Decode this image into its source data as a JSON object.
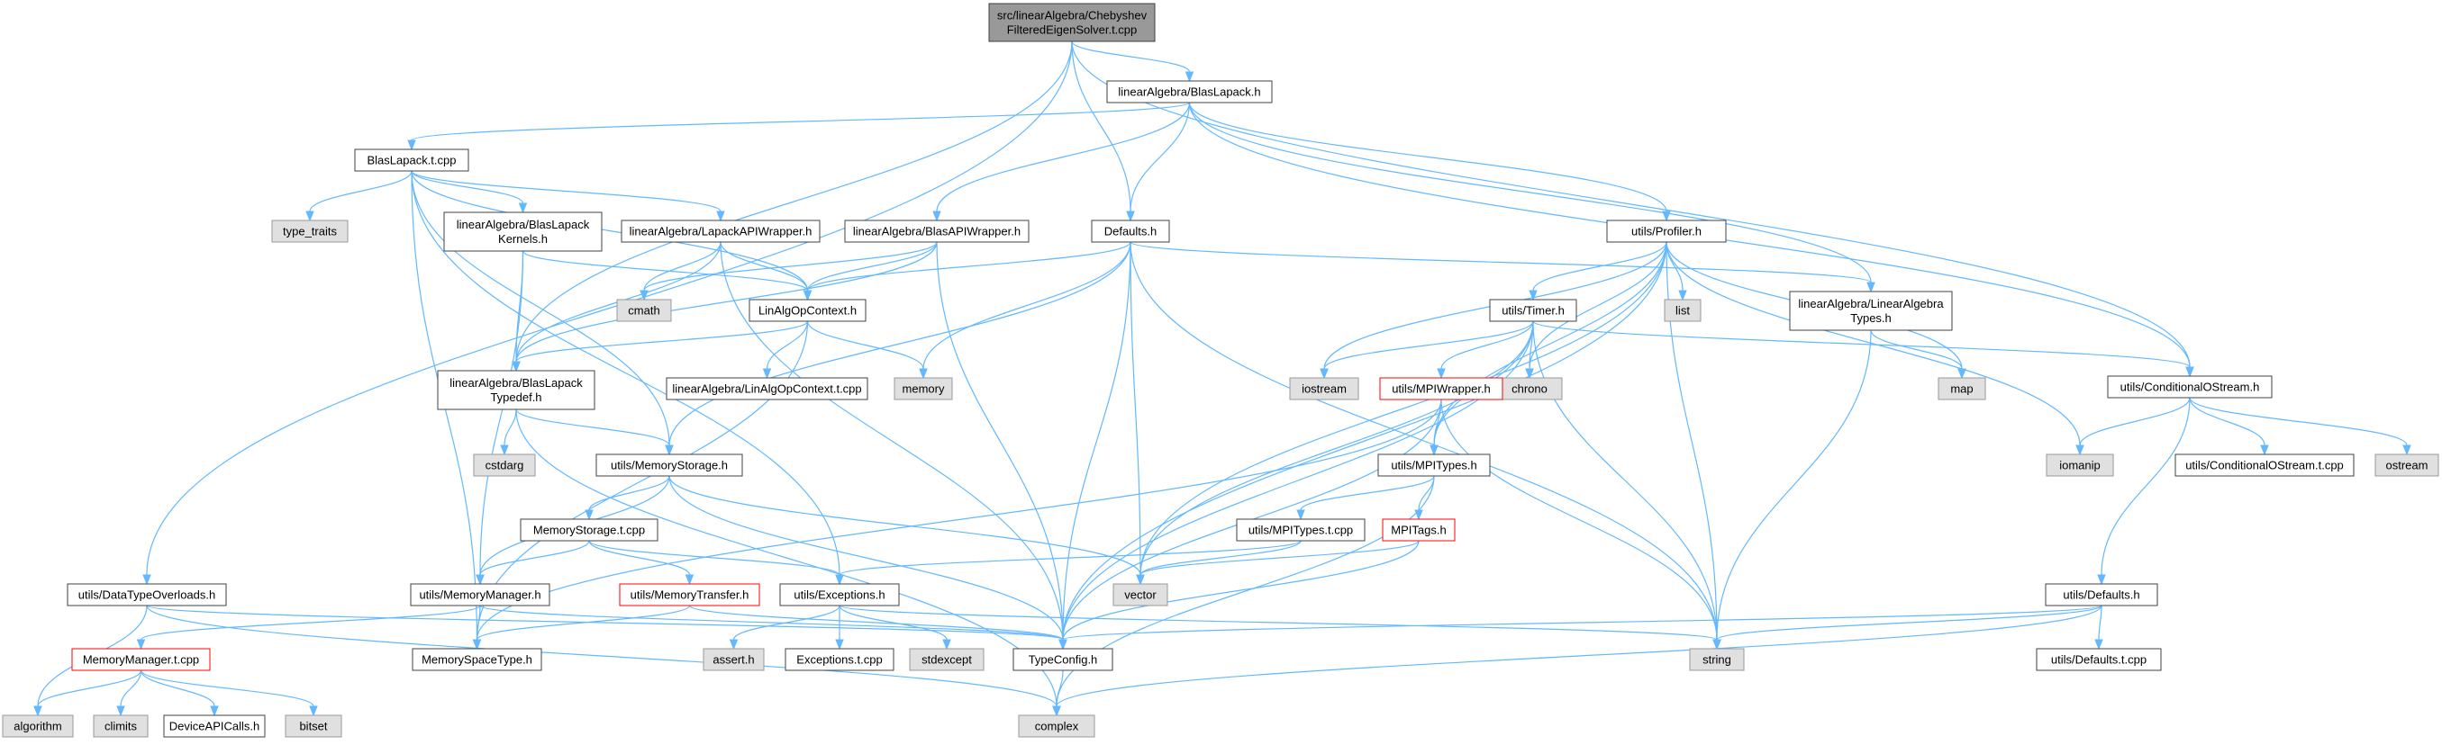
{
  "colors": {
    "root_fill": "#999999",
    "header_fill": "#ffffff",
    "header_stroke": "#404040",
    "system_fill": "#e0e0e0",
    "system_stroke": "#999999",
    "missing_stroke": "#ff0000",
    "edge": "#63b8ff"
  },
  "nodes": [
    {
      "id": "root",
      "lines": [
        "src/linearAlgebra/Chebyshev",
        "FilteredEigenSolver.t.cpp"
      ],
      "kind": "root"
    },
    {
      "id": "blaslapack_h",
      "lines": [
        "linearAlgebra/BlasLapack.h"
      ],
      "kind": "header"
    },
    {
      "id": "dtype_overloads",
      "lines": [
        "utils/DataTypeOverloads.h"
      ],
      "kind": "header"
    },
    {
      "id": "blaslapack_typedef",
      "lines": [
        "linearAlgebra/BlasLapack",
        "Typedef.h"
      ],
      "kind": "header"
    },
    {
      "id": "defaults_h",
      "lines": [
        "Defaults.h"
      ],
      "kind": "header"
    },
    {
      "id": "cond_ostream",
      "lines": [
        "utils/ConditionalOStream.h"
      ],
      "kind": "header"
    },
    {
      "id": "blaslapack_tcpp",
      "lines": [
        "BlasLapack.t.cpp"
      ],
      "kind": "header"
    },
    {
      "id": "blas_api",
      "lines": [
        "linearAlgebra/BlasAPIWrapper.h"
      ],
      "kind": "header"
    },
    {
      "id": "profiler",
      "lines": [
        "utils/Profiler.h"
      ],
      "kind": "header"
    },
    {
      "id": "la_types",
      "lines": [
        "linearAlgebra/LinearAlgebra",
        "Types.h"
      ],
      "kind": "header"
    },
    {
      "id": "type_traits",
      "lines": [
        "type_traits"
      ],
      "kind": "system"
    },
    {
      "id": "memspace",
      "lines": [
        "MemorySpaceType.h"
      ],
      "kind": "header"
    },
    {
      "id": "kernels",
      "lines": [
        "linearAlgebra/BlasLapack",
        "Kernels.h"
      ],
      "kind": "header"
    },
    {
      "id": "lapack_api",
      "lines": [
        "linearAlgebra/LapackAPIWrapper.h"
      ],
      "kind": "header"
    },
    {
      "id": "memstorage",
      "lines": [
        "utils/MemoryStorage.h"
      ],
      "kind": "header"
    },
    {
      "id": "exceptions",
      "lines": [
        "utils/Exceptions.h"
      ],
      "kind": "header"
    },
    {
      "id": "memmanager",
      "lines": [
        "utils/MemoryManager.h"
      ],
      "kind": "header"
    },
    {
      "id": "linalgctx",
      "lines": [
        "LinAlgOpContext.h"
      ],
      "kind": "header"
    },
    {
      "id": "cmath",
      "lines": [
        "cmath"
      ],
      "kind": "system"
    },
    {
      "id": "vector",
      "lines": [
        "vector"
      ],
      "kind": "system"
    },
    {
      "id": "typeconfig",
      "lines": [
        "TypeConfig.h"
      ],
      "kind": "header"
    },
    {
      "id": "cstdarg",
      "lines": [
        "cstdarg"
      ],
      "kind": "system"
    },
    {
      "id": "complex",
      "lines": [
        "complex"
      ],
      "kind": "system"
    },
    {
      "id": "linalgctx_tcpp",
      "lines": [
        "linearAlgebra/LinAlgOpContext.t.cpp"
      ],
      "kind": "header"
    },
    {
      "id": "memory",
      "lines": [
        "memory"
      ],
      "kind": "system"
    },
    {
      "id": "iostream",
      "lines": [
        "iostream"
      ],
      "kind": "system"
    },
    {
      "id": "list",
      "lines": [
        "list"
      ],
      "kind": "system"
    },
    {
      "id": "timer",
      "lines": [
        "utils/Timer.h"
      ],
      "kind": "header"
    },
    {
      "id": "chrono",
      "lines": [
        "chrono"
      ],
      "kind": "system"
    },
    {
      "id": "map",
      "lines": [
        "map"
      ],
      "kind": "system"
    },
    {
      "id": "string",
      "lines": [
        "string"
      ],
      "kind": "system"
    },
    {
      "id": "iomanip",
      "lines": [
        "iomanip"
      ],
      "kind": "system"
    },
    {
      "id": "mpiwrapper",
      "lines": [
        "utils/MPIWrapper.h"
      ],
      "kind": "missing"
    },
    {
      "id": "mpitypes",
      "lines": [
        "utils/MPITypes.h"
      ],
      "kind": "header"
    },
    {
      "id": "mpitypes_tcpp",
      "lines": [
        "utils/MPITypes.t.cpp"
      ],
      "kind": "header"
    },
    {
      "id": "mpitags",
      "lines": [
        "MPITags.h"
      ],
      "kind": "missing"
    },
    {
      "id": "cond_ostream_tcpp",
      "lines": [
        "utils/ConditionalOStream.t.cpp"
      ],
      "kind": "header"
    },
    {
      "id": "ostream",
      "lines": [
        "ostream"
      ],
      "kind": "system"
    },
    {
      "id": "utils_defaults",
      "lines": [
        "utils/Defaults.h"
      ],
      "kind": "header"
    },
    {
      "id": "utils_defaults_tcpp",
      "lines": [
        "utils/Defaults.t.cpp"
      ],
      "kind": "header"
    },
    {
      "id": "memstorage_tcpp",
      "lines": [
        "MemoryStorage.t.cpp"
      ],
      "kind": "header"
    },
    {
      "id": "memtransfer",
      "lines": [
        "utils/MemoryTransfer.h"
      ],
      "kind": "missing"
    },
    {
      "id": "memmanager_tcpp",
      "lines": [
        "MemoryManager.t.cpp"
      ],
      "kind": "missing"
    },
    {
      "id": "algorithm",
      "lines": [
        "algorithm"
      ],
      "kind": "system"
    },
    {
      "id": "climits",
      "lines": [
        "climits"
      ],
      "kind": "system"
    },
    {
      "id": "device_api",
      "lines": [
        "DeviceAPICalls.h"
      ],
      "kind": "header"
    },
    {
      "id": "bitset",
      "lines": [
        "bitset"
      ],
      "kind": "system"
    },
    {
      "id": "assert",
      "lines": [
        "assert.h"
      ],
      "kind": "system"
    },
    {
      "id": "exceptions_tcpp",
      "lines": [
        "Exceptions.t.cpp"
      ],
      "kind": "header"
    },
    {
      "id": "stdexcept",
      "lines": [
        "stdexcept"
      ],
      "kind": "system"
    }
  ],
  "edges": [
    [
      "root",
      "blaslapack_h"
    ],
    [
      "root",
      "dtype_overloads"
    ],
    [
      "root",
      "blaslapack_typedef"
    ],
    [
      "root",
      "defaults_h"
    ],
    [
      "root",
      "cond_ostream"
    ],
    [
      "blaslapack_h",
      "blaslapack_tcpp"
    ],
    [
      "blaslapack_h",
      "blas_api"
    ],
    [
      "blaslapack_h",
      "defaults_h"
    ],
    [
      "blaslapack_h",
      "profiler"
    ],
    [
      "blaslapack_h",
      "la_types"
    ],
    [
      "blaslapack_h",
      "cond_ostream"
    ],
    [
      "blaslapack_tcpp",
      "type_traits"
    ],
    [
      "blaslapack_tcpp",
      "memspace"
    ],
    [
      "blaslapack_tcpp",
      "kernels"
    ],
    [
      "blaslapack_tcpp",
      "lapack_api"
    ],
    [
      "blaslapack_tcpp",
      "memstorage"
    ],
    [
      "blaslapack_tcpp",
      "exceptions"
    ],
    [
      "blaslapack_tcpp",
      "linalgctx"
    ],
    [
      "kernels",
      "blaslapack_typedef"
    ],
    [
      "kernels",
      "memmanager"
    ],
    [
      "kernels",
      "linalgctx"
    ],
    [
      "lapack_api",
      "linalgctx"
    ],
    [
      "lapack_api",
      "cmath"
    ],
    [
      "lapack_api",
      "blaslapack_typedef"
    ],
    [
      "lapack_api",
      "typeconfig"
    ],
    [
      "blas_api",
      "linalgctx"
    ],
    [
      "blas_api",
      "blaslapack_typedef"
    ],
    [
      "blas_api",
      "cmath"
    ],
    [
      "blas_api",
      "typeconfig"
    ],
    [
      "blaslapack_typedef",
      "cstdarg"
    ],
    [
      "blaslapack_typedef",
      "memstorage"
    ],
    [
      "blaslapack_typedef",
      "complex"
    ],
    [
      "linalgctx",
      "blaslapack_typedef"
    ],
    [
      "linalgctx",
      "linalgctx_tcpp"
    ],
    [
      "linalgctx",
      "memory"
    ],
    [
      "linalgctx",
      "memspace"
    ],
    [
      "defaults_h",
      "linalgctx"
    ],
    [
      "defaults_h",
      "memory"
    ],
    [
      "defaults_h",
      "memstorage"
    ],
    [
      "defaults_h",
      "typeconfig"
    ],
    [
      "defaults_h",
      "la_types"
    ],
    [
      "defaults_h",
      "string"
    ],
    [
      "defaults_h",
      "vector"
    ],
    [
      "profiler",
      "timer"
    ],
    [
      "profiler",
      "list"
    ],
    [
      "profiler",
      "chrono"
    ],
    [
      "profiler",
      "map"
    ],
    [
      "profiler",
      "string"
    ],
    [
      "profiler",
      "iostream"
    ],
    [
      "profiler",
      "iomanip"
    ],
    [
      "profiler",
      "vector"
    ],
    [
      "profiler",
      "mpitypes"
    ],
    [
      "profiler",
      "typeconfig"
    ],
    [
      "la_types",
      "map"
    ],
    [
      "la_types",
      "string"
    ],
    [
      "timer",
      "iostream"
    ],
    [
      "timer",
      "chrono"
    ],
    [
      "timer",
      "mpiwrapper"
    ],
    [
      "timer",
      "mpitypes"
    ],
    [
      "timer",
      "string"
    ],
    [
      "timer",
      "vector"
    ],
    [
      "timer",
      "typeconfig"
    ],
    [
      "timer",
      "cond_ostream"
    ],
    [
      "mpiwrapper",
      "mpitypes"
    ],
    [
      "mpiwrapper",
      "typeconfig"
    ],
    [
      "mpiwrapper",
      "memspace"
    ],
    [
      "mpiwrapper",
      "string"
    ],
    [
      "mpitypes",
      "mpitypes_tcpp"
    ],
    [
      "mpitypes",
      "mpitags"
    ],
    [
      "mpitypes",
      "complex"
    ],
    [
      "mpitypes_tcpp",
      "exceptions"
    ],
    [
      "mpitypes_tcpp",
      "vector"
    ],
    [
      "mpitags",
      "vector"
    ],
    [
      "mpitags",
      "typeconfig"
    ],
    [
      "memstorage",
      "memstorage_tcpp"
    ],
    [
      "memstorage",
      "memmanager"
    ],
    [
      "memstorage",
      "typeconfig"
    ],
    [
      "memstorage",
      "vector"
    ],
    [
      "memstorage_tcpp",
      "memmanager"
    ],
    [
      "memstorage_tcpp",
      "memtransfer"
    ],
    [
      "memstorage_tcpp",
      "exceptions"
    ],
    [
      "memtransfer",
      "memspace"
    ],
    [
      "memtransfer",
      "typeconfig"
    ],
    [
      "memmanager",
      "memmanager_tcpp"
    ],
    [
      "memmanager",
      "memspace"
    ],
    [
      "memmanager",
      "typeconfig"
    ],
    [
      "memmanager_tcpp",
      "algorithm"
    ],
    [
      "memmanager_tcpp",
      "climits"
    ],
    [
      "memmanager_tcpp",
      "device_api"
    ],
    [
      "memmanager_tcpp",
      "bitset"
    ],
    [
      "exceptions",
      "assert"
    ],
    [
      "exceptions",
      "exceptions_tcpp"
    ],
    [
      "exceptions",
      "stdexcept"
    ],
    [
      "exceptions",
      "string"
    ],
    [
      "dtype_overloads",
      "algorithm"
    ],
    [
      "dtype_overloads",
      "complex"
    ],
    [
      "dtype_overloads",
      "typeconfig"
    ],
    [
      "typeconfig",
      "complex"
    ],
    [
      "cond_ostream",
      "iomanip"
    ],
    [
      "cond_ostream",
      "cond_ostream_tcpp"
    ],
    [
      "cond_ostream",
      "ostream"
    ],
    [
      "cond_ostream",
      "utils_defaults"
    ],
    [
      "utils_defaults",
      "utils_defaults_tcpp"
    ],
    [
      "utils_defaults",
      "string"
    ],
    [
      "utils_defaults",
      "complex"
    ],
    [
      "utils_defaults",
      "typeconfig"
    ]
  ]
}
